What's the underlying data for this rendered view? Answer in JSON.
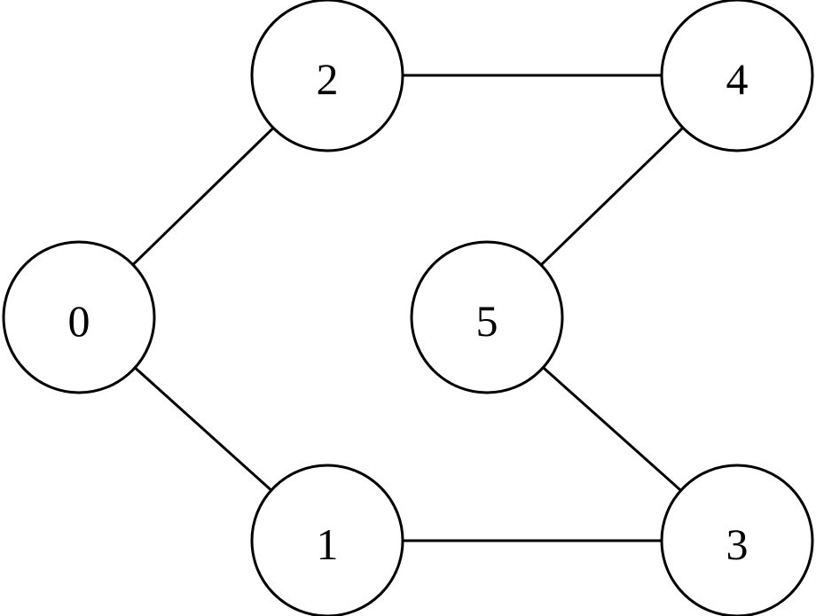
{
  "graph": {
    "nodes": [
      {
        "id": "0",
        "label": "0"
      },
      {
        "id": "1",
        "label": "1"
      },
      {
        "id": "2",
        "label": "2"
      },
      {
        "id": "3",
        "label": "3"
      },
      {
        "id": "4",
        "label": "4"
      },
      {
        "id": "5",
        "label": "5"
      }
    ],
    "edges": [
      {
        "from": "0",
        "to": "2"
      },
      {
        "from": "0",
        "to": "1"
      },
      {
        "from": "2",
        "to": "4"
      },
      {
        "from": "4",
        "to": "5"
      },
      {
        "from": "5",
        "to": "3"
      },
      {
        "from": "1",
        "to": "3"
      }
    ]
  },
  "colors": {
    "stroke": "#000000",
    "node_fill": "#ffffff",
    "background": "#ffffff"
  }
}
